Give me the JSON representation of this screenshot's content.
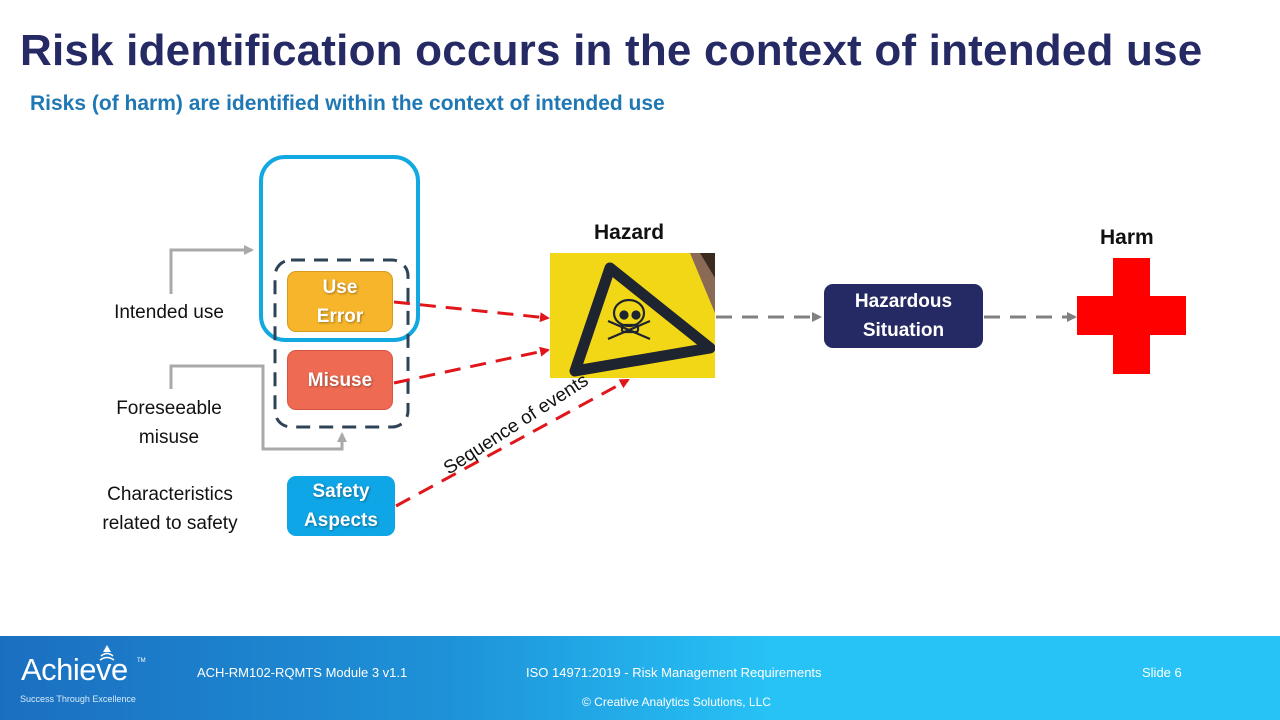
{
  "slide": {
    "title": "Risk identification occurs in the context of intended use",
    "subtitle": "Risks (of harm) are identified within the context of intended use"
  },
  "diagram": {
    "left_labels": {
      "intended_use": "Intended use",
      "foreseeable_misuse_line1": "Foreseeable",
      "foreseeable_misuse_line2": "misuse",
      "characteristics_line1": "Characteristics",
      "characteristics_line2": "related to safety"
    },
    "boxes": {
      "use_error_line1": "Use",
      "use_error_line2": "Error",
      "misuse": "Misuse",
      "safety_line1": "Safety",
      "safety_line2": "Aspects",
      "hazardous_line1": "Hazardous",
      "hazardous_line2": "Situation"
    },
    "hazard_label": "Hazard",
    "harm_label": "Harm",
    "sequence_label": "Sequence of events",
    "colors": {
      "intended_use_frame": "#12a9e1",
      "dashed_group": "#2e4356",
      "use_error": "#f6b52b",
      "misuse": "#ef6a52",
      "safety_aspects": "#0ea6e6",
      "hazardous_situation": "#262a64",
      "harm_cross": "#ff0000",
      "red_arrows": "#e0161b",
      "gray_arrows": "#808080",
      "hazard_sign": "#f2d716"
    }
  },
  "footer": {
    "logo": "Achieve",
    "logo_tm": "TM",
    "tagline": "Success Through Excellence",
    "module": "ACH-RM102-RQMTS Module 3 v1.1",
    "course": "ISO 14971:2019 - Risk Management Requirements",
    "slide_number": "Slide 6",
    "copyright": "© Creative Analytics Solutions, LLC"
  }
}
